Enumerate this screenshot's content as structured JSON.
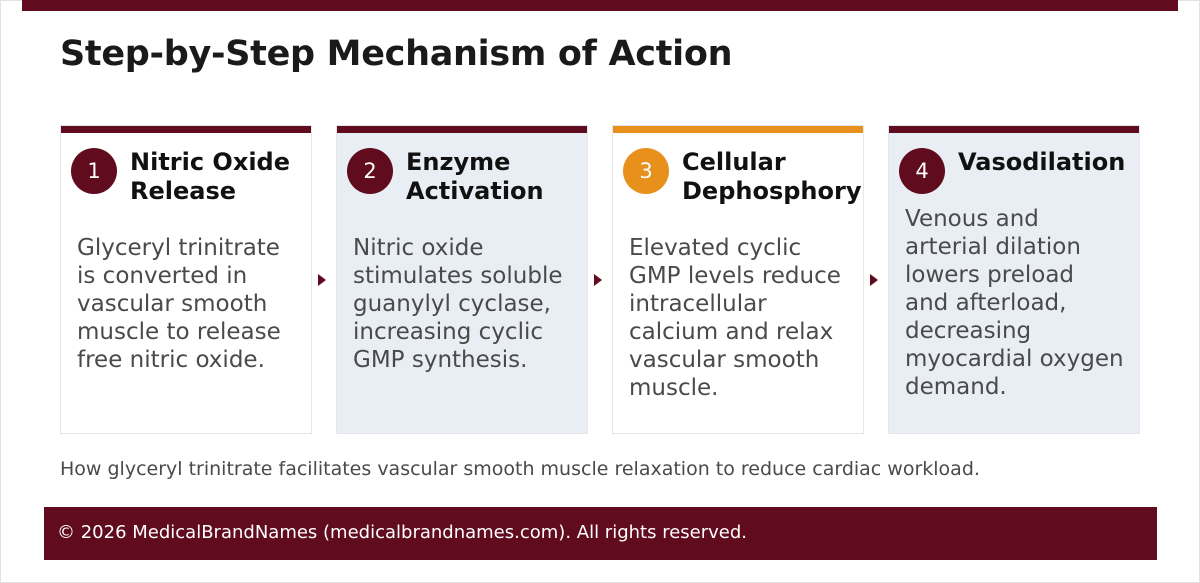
{
  "title": "Step-by-Step Mechanism of Action",
  "colors": {
    "brand": "#610b1e",
    "accent": "#e8901c",
    "card_blue": "#e9eef5"
  },
  "steps": [
    {
      "number": "1",
      "title_lines": [
        "Nitric Oxide",
        "Release"
      ],
      "desc_lines": [
        "Glyceryl trinitrate",
        "is converted in",
        "vascular smooth",
        "muscle to release",
        "free nitric oxide."
      ],
      "accent": "#610b1e",
      "style": "white"
    },
    {
      "number": "2",
      "title_lines": [
        "Enzyme",
        "Activation"
      ],
      "desc_lines": [
        "Nitric oxide",
        "stimulates soluble",
        "guanylyl cyclase,",
        "increasing cyclic",
        "GMP synthesis."
      ],
      "accent": "#610b1e",
      "style": "blue"
    },
    {
      "number": "3",
      "title_lines": [
        "Cellular",
        "Dephosphorylation"
      ],
      "desc_lines": [
        "Elevated cyclic",
        "GMP levels reduce",
        "intracellular",
        "calcium and relax",
        "vascular smooth",
        "muscle."
      ],
      "accent": "#e8901c",
      "style": "white"
    },
    {
      "number": "4",
      "title_lines": [
        "Vasodilation"
      ],
      "desc_lines": [
        "Venous and",
        "arterial dilation",
        "lowers preload",
        "and afterload,",
        "decreasing",
        "myocardial oxygen",
        "demand."
      ],
      "accent": "#610b1e",
      "style": "blue"
    }
  ],
  "caption": "How glyceryl trinitrate facilitates vascular smooth muscle relaxation to reduce cardiac workload.",
  "footer": "© 2026 MedicalBrandNames (medicalbrandnames.com). All rights reserved."
}
